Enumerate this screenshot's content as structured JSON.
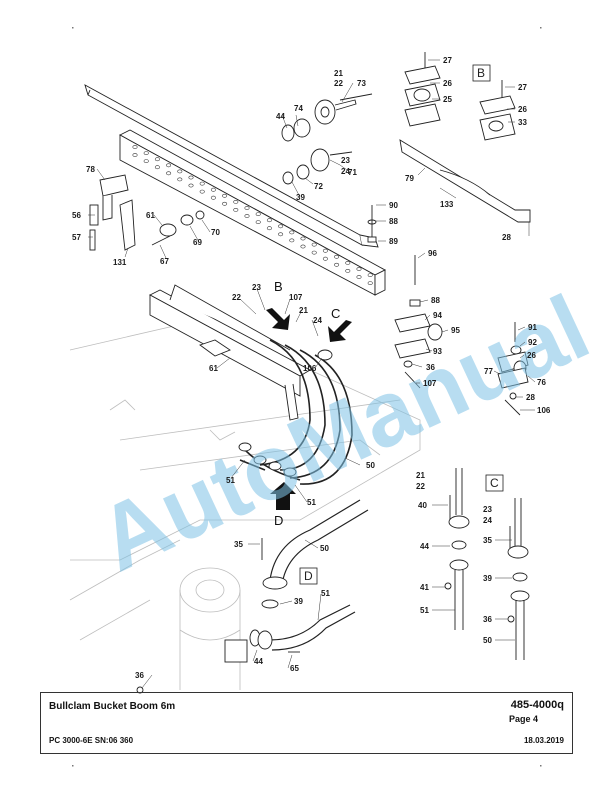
{
  "watermark": "AutoManual",
  "footer": {
    "title": "Bullclam Bucket Boom 6m",
    "document_number": "485-4000q",
    "page": "Page 4",
    "model_serial": "PC 3000-6E SN:06 360",
    "date": "18.03.2019"
  },
  "detail_boxes": [
    "B",
    "C",
    "D"
  ],
  "view_arrows": [
    "B",
    "C",
    "D"
  ],
  "callouts": {
    "c27a": "27",
    "c26a": "26",
    "c25": "25",
    "c27b": "27",
    "c26b": "26",
    "c33": "33",
    "c21a": "21",
    "c22a": "22",
    "c73": "73",
    "c74": "74",
    "c44a": "44",
    "c23a": "23",
    "c24a": "24",
    "c71": "71",
    "c72": "72",
    "c39a": "39",
    "c79": "79",
    "c133": "133",
    "c28a": "28",
    "c78": "78",
    "c56": "56",
    "c57": "57",
    "c131": "131",
    "c61a": "61",
    "c70": "70",
    "c69": "69",
    "c67": "67",
    "c90": "90",
    "c88a": "88",
    "c89": "89",
    "c96": "96",
    "c88b": "88",
    "c94": "94",
    "c95": "95",
    "c93": "93",
    "c36a": "36",
    "c107a": "107",
    "c91": "91",
    "c92": "92",
    "c26c": "26",
    "c77": "77",
    "c76": "76",
    "c28b": "28",
    "c106a": "106",
    "c22b": "22",
    "c23b": "23",
    "c107b": "107",
    "c21b": "21",
    "c24b": "24",
    "c106b": "106",
    "c61b": "61",
    "c50a": "50",
    "c51a": "51",
    "c51b": "51",
    "c35a": "35",
    "c50b": "50",
    "c39b": "39",
    "c51c": "51",
    "c36b": "36",
    "c44b": "44",
    "c65": "65",
    "c21c": "21",
    "c22c": "22",
    "c40": "40",
    "c44c": "44",
    "c41": "41",
    "c51d": "51",
    "c23c": "23",
    "c24c": "24",
    "c35b": "35",
    "c39c": "39",
    "c36c": "36",
    "c50c": "50"
  }
}
